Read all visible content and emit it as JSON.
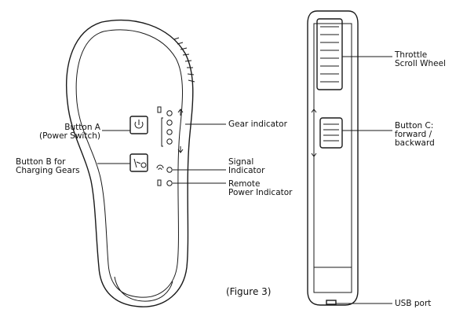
{
  "caption": "(Figure 3)",
  "labels": {
    "button_a_line1": "Button A",
    "button_a_line2": "(Power Switch)",
    "button_b_line1": "Button B for",
    "button_b_line2": "Charging Gears",
    "gear_indicator": "Gear indicator",
    "signal_line1": "Signal",
    "signal_line2": "Indicator",
    "remote_power_line1": "Remote",
    "remote_power_line2": "Power Indicator",
    "throttle_line1": "Throttle",
    "throttle_line2": "Scroll Wheel",
    "button_c_line1": "Button C:",
    "button_c_line2": "forward /",
    "button_c_line3": "backward",
    "usb_port": "USB port"
  },
  "icons": [
    "power-icon",
    "charging-gears-icon",
    "wifi-signal-icon",
    "battery-icon",
    "arrow-up-icon",
    "arrow-down-icon"
  ],
  "colors": {
    "outline": "#1a1a1a",
    "background": "#ffffff"
  }
}
